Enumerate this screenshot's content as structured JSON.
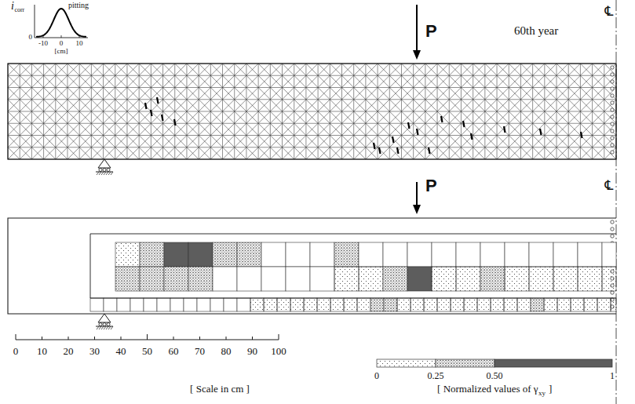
{
  "diagram": {
    "labels": [
      "i",
      "corr",
      "pitting",
      "0",
      "-10",
      "0",
      "10",
      "[cm]",
      "P",
      "60th year",
      "℄",
      "P",
      "℄",
      "0",
      "10",
      "20",
      "30",
      "40",
      "50",
      "60",
      "70",
      "80",
      "90",
      "100",
      "[ Scale in cm ]",
      "0",
      "0.25",
      "0.50",
      "1",
      "[ Normalized values of γ",
      "xy",
      "]"
    ]
  }
}
